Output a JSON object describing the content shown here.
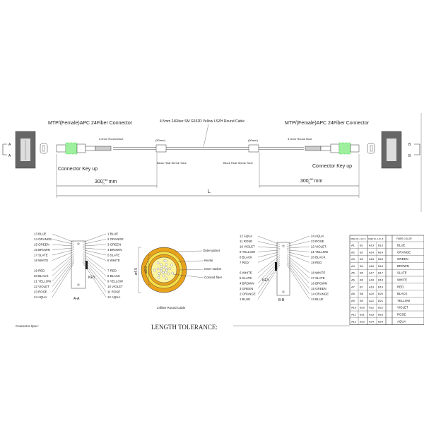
{
  "drawing": {
    "left_connector_title": "MTP/(Female)APC 24Fiber Connector",
    "right_connector_title": "MTP/(Female)APC 24Fiber Connector",
    "cable_title": "4.5mm  24Fiber  SM  G652D  Yellow LSZH Round Cable",
    "boot_label": "3.0mm Round Boot",
    "tube_dim": "(50mm)",
    "heat_shrink_left": "Block Heat Shrink Tube",
    "heat_shrink_right": "Block Heat Shrink Tube",
    "key_up_left": "Connector Key up",
    "key_up_right": "Connector Key up",
    "length_left": "300",
    "length_right": "300",
    "tol_plus": "+50",
    "tol_minus": "0",
    "unit": "mm",
    "total_length": "L",
    "end_a": "A",
    "end_b": "B",
    "key": "KEY"
  },
  "pinout_a": {
    "title": "A-A",
    "left": [
      "13 BLUE",
      "14 ORANGE",
      "15 GREEN",
      "16 BROWN",
      "17 SLATE",
      "18 WHITE",
      "19 RED",
      "20 BLACK",
      "21 YELLOW",
      "22 VIOLET",
      "23 ROSE",
      "24 AQUA"
    ],
    "right": [
      "1 BLUE",
      "2 ORANGE",
      "3 GREEN",
      "4 BROWN",
      "5 SLATE",
      "6 WHITE",
      "7 RED",
      "8 BLACK",
      "9 YELLOW",
      "10 VIOLET",
      "11 ROSE",
      "12 AQUA"
    ]
  },
  "pinout_b": {
    "title": "B-B",
    "left": [
      "12 AQUA",
      "11 ROSE",
      "10 VIOLET",
      "9 YELLOW",
      "8 BLACK",
      "7 RED",
      "6 WHITE",
      "5 SLATE",
      "4 BROWN",
      "3 GREEN",
      "2 ORANGE",
      "1 BLUE"
    ],
    "right": [
      "24 AQUA",
      "23 ROSE",
      "22 VIOLET",
      "21 YELLOW",
      "20 BLACK",
      "19 RED",
      "18 WHITE",
      "17 SLATE",
      "16 BROWN",
      "15 GREEN",
      "14 ORANGE",
      "13 BLUE"
    ]
  },
  "cross_section": {
    "caption": "24fiber Round Cable",
    "outer_dia": "ø4.5",
    "inner_dia": "ø3.0",
    "labels": [
      "Outer-jacket",
      "Kevlar",
      "Inner-Jacket",
      "Colored fiber"
    ],
    "colors": {
      "outer": "#e8a21c",
      "kevlar": "#f6e04a",
      "inner": "#e8a21c",
      "core": "#fbf4a0"
    }
  },
  "table": {
    "headers": [
      "FIBER NO. A-NO. B",
      "FIBER NO. A-NO. B",
      "FIBER COLOR"
    ],
    "rows": [
      [
        "A1",
        "B1",
        "A13",
        "B13",
        "BLUE"
      ],
      [
        "A2",
        "B2",
        "A14",
        "B14",
        "ORANGE"
      ],
      [
        "A3",
        "B3",
        "A15",
        "B15",
        "GREEN"
      ],
      [
        "A4",
        "B4",
        "A16",
        "B16",
        "BROWN"
      ],
      [
        "A5",
        "B5",
        "A17",
        "B17",
        "SLATE"
      ],
      [
        "A6",
        "B6",
        "A18",
        "B18",
        "WHITE"
      ],
      [
        "A7",
        "B7",
        "A19",
        "B19",
        "RED"
      ],
      [
        "A8",
        "B8",
        "A20",
        "B20",
        "BLACK"
      ],
      [
        "A9",
        "B9",
        "A21",
        "B21",
        "YELLOW"
      ],
      [
        "A10",
        "B10",
        "A22",
        "B22",
        "VIOLET"
      ],
      [
        "A11",
        "B11",
        "A23",
        "B23",
        "ROSE"
      ],
      [
        "A12",
        "B12",
        "A24",
        "B24",
        "AQUA"
      ]
    ]
  },
  "footer": {
    "connector_spec": "Connector Spec:",
    "length_tolerance": "LENGTH TOLERANCE:"
  }
}
